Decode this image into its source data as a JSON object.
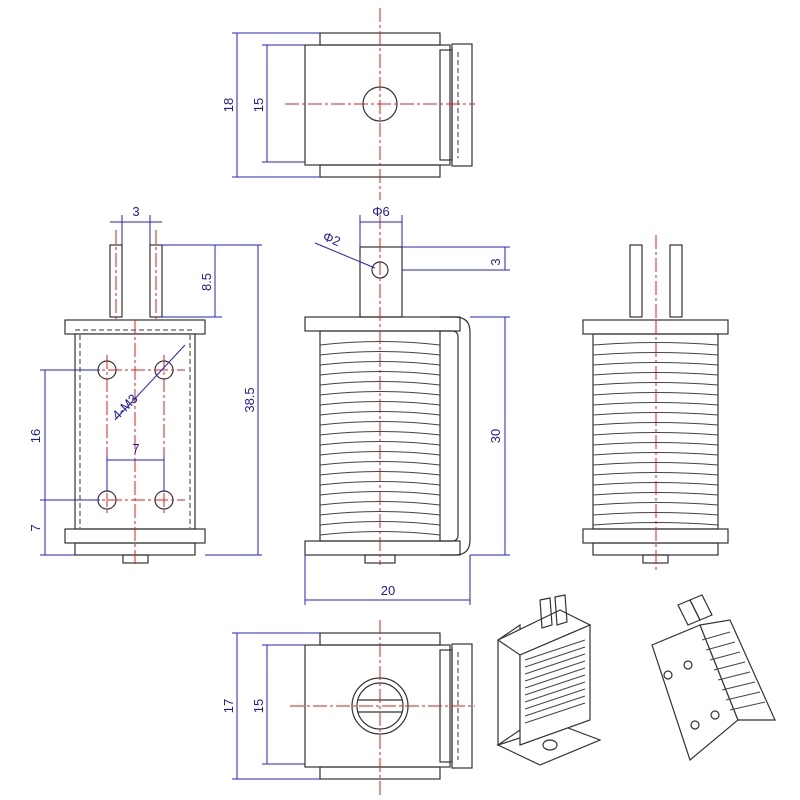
{
  "dimensions": {
    "top_overall_height": "18",
    "top_inner_height": "15",
    "left_pin_width": "3",
    "left_pin_length": "8.5",
    "left_total_height": "38.5",
    "left_hole_spacing_v": "16",
    "left_bottom_offset": "7",
    "left_hole_spacing_h": "7",
    "left_tap_callout": "4-M3",
    "front_diameter_top": "Φ6",
    "front_hole_diameter": "Φ2",
    "front_tab_height": "3",
    "front_coil_height": "30",
    "front_width": "20",
    "bottom_overall_height": "17",
    "bottom_inner_height": "15"
  },
  "colors": {
    "dimension": "#1a1aa8",
    "centerline": "#e0201c",
    "outline": "#333333"
  }
}
